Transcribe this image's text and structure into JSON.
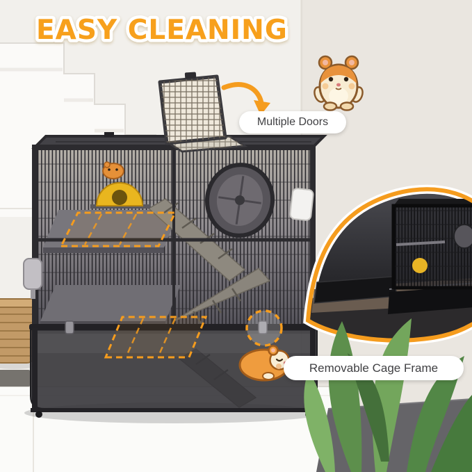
{
  "title": "EASY CLEANING",
  "callouts": {
    "multiple_doors": "Multiple Doors",
    "removable_cage_frame": "Removable Cage Frame"
  },
  "icons": {
    "hamster_standing": "hamster-standing-icon",
    "hamster_sleeping": "hamster-sleeping-icon",
    "curved_arrow": "curved-arrow-icon",
    "dashed_highlight": "dashed-highlight-circle-icon",
    "inset_detail": "removable-frame-inset"
  },
  "colors": {
    "accent_orange": "#F59C1E",
    "title_orange": "#F7A01C",
    "title_outline": "#FFFFFF",
    "pill_background": "#FFFFFF",
    "pill_text": "#3F3F42",
    "cage_dark": "#2C2B2F",
    "house_yellow": "#E8B425",
    "plant_green": "#6FA35A"
  }
}
